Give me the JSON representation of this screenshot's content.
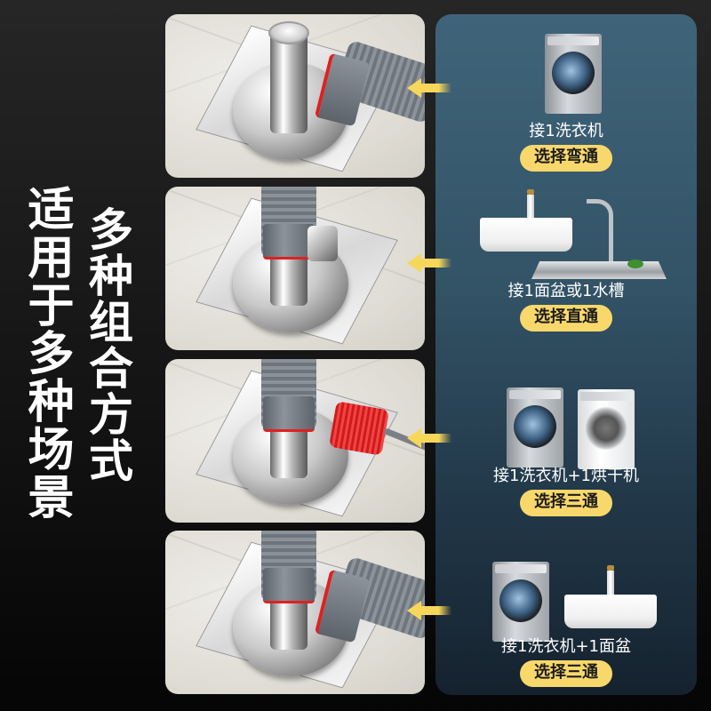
{
  "headline": {
    "line1": "适用于多种场景",
    "line2": "多种组合方式"
  },
  "colors": {
    "badge": "#f9d86b",
    "arrow": "#f7d75a",
    "panel_top": "#3f6479",
    "panel_bottom": "#15222e",
    "seal_red": "#e02020"
  },
  "scenes": [
    {
      "name": "elbow-connector-washer",
      "icon": "arrow-left-icon"
    },
    {
      "name": "straight-connector-basin",
      "icon": "arrow-left-icon"
    },
    {
      "name": "tee-connector-washer-dryer",
      "icon": "arrow-left-icon"
    },
    {
      "name": "tee-connector-washer-basin",
      "icon": "arrow-left-icon"
    }
  ],
  "cases": [
    {
      "title": "接1洗衣机",
      "badge": "选择弯通",
      "appliances": [
        "washing-machine"
      ]
    },
    {
      "title": "接1面盆或1水槽",
      "badge": "选择直通",
      "appliances": [
        "wash-basin",
        "kitchen-sink"
      ]
    },
    {
      "title": "接1洗衣机+1烘干机",
      "badge": "选择三通",
      "appliances": [
        "washing-machine",
        "dryer"
      ]
    },
    {
      "title": "接1洗衣机+1面盆",
      "badge": "选择三通",
      "appliances": [
        "washing-machine",
        "wash-basin"
      ]
    }
  ]
}
